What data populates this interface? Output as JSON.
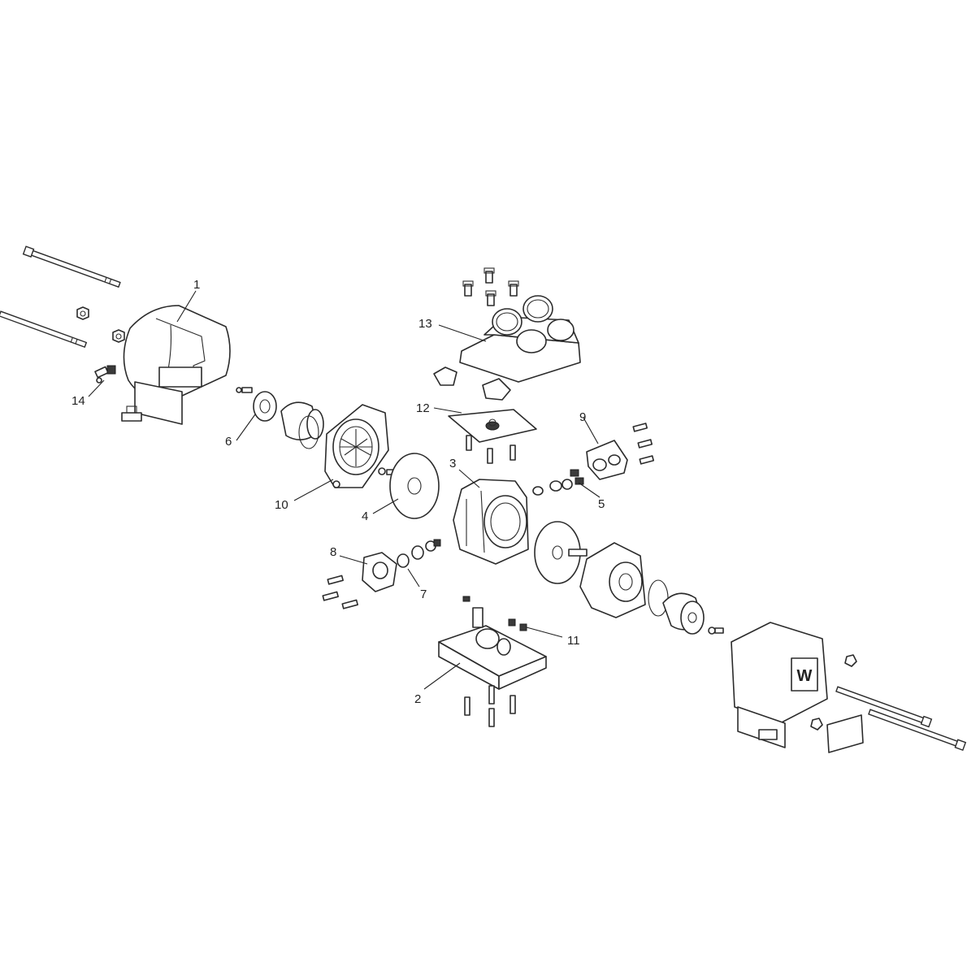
{
  "diagram": {
    "type": "exploded-parts-view",
    "callouts": [
      {
        "label": "1"
      },
      {
        "label": "2"
      },
      {
        "label": "3"
      },
      {
        "label": "4"
      },
      {
        "label": "5"
      },
      {
        "label": "6"
      },
      {
        "label": "7"
      },
      {
        "label": "8"
      },
      {
        "label": "9"
      },
      {
        "label": "10"
      },
      {
        "label": "11"
      },
      {
        "label": "12"
      },
      {
        "label": "13"
      },
      {
        "label": "14"
      }
    ],
    "logo_text": "W"
  }
}
